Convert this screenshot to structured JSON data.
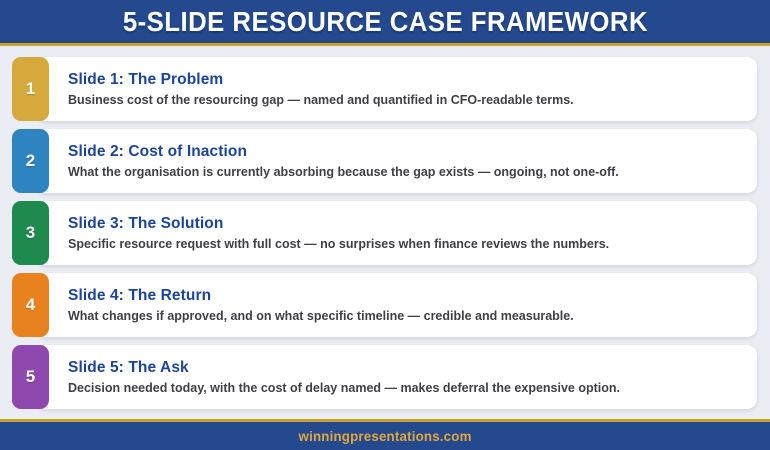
{
  "header": {
    "title": "5-SLIDE RESOURCE CASE FRAMEWORK"
  },
  "footer": {
    "site": "winningpresentations.com"
  },
  "colors": {
    "banner_blue": "#24498F",
    "gold_divider": "#C9A22C",
    "body_background": "#EBEDF4",
    "card_white": "#FFFFFF",
    "title_blue": "#1C449B",
    "description_gray": "#3D4147",
    "footer_text_gold": "#E0A83C"
  },
  "rows": [
    {
      "number": "1",
      "color": "#D5A93B",
      "title": "Slide 1: The Problem",
      "description": "Business cost of the resourcing gap — named and quantified in CFO-readable terms."
    },
    {
      "number": "2",
      "color": "#2E84C0",
      "title": "Slide 2: Cost of Inaction",
      "description": "What the organisation is currently absorbing because the gap exists — ongoing, not one-off."
    },
    {
      "number": "3",
      "color": "#1F8A4D",
      "title": "Slide 3: The Solution",
      "description": "Specific resource request with full cost — no surprises when finance reviews the numbers."
    },
    {
      "number": "4",
      "color": "#E8821F",
      "title": "Slide 4: The Return",
      "description": "What changes if approved, and on what specific timeline — credible and measurable."
    },
    {
      "number": "5",
      "color": "#8F49AE",
      "title": "Slide 5: The Ask",
      "description": "Decision needed today, with the cost of delay named — makes deferral the expensive option."
    }
  ]
}
